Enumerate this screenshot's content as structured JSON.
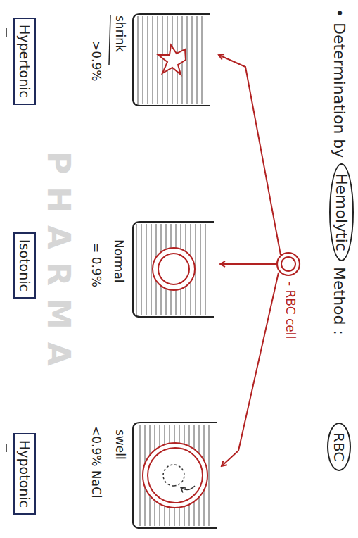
{
  "diagram": {
    "nodes": [
      {
        "text": [
          "Hemolytic"
        ]
      },
      {
        "text": [
          "RBC"
        ]
      },
      {
        "text": [
          "Hypertonic"
        ]
      },
      {
        "text": [
          "Isotonic"
        ]
      },
      {
        "text": [
          "Hypotonic"
        ]
      }
    ],
    "labels": [
      "• Determination by",
      "Method :",
      "- RBC cell",
      "shrink",
      ">0.9%",
      "Normal",
      "= 0.9%",
      "swell",
      "<0.9% NaCl",
      "PHARMA"
    ]
  }
}
